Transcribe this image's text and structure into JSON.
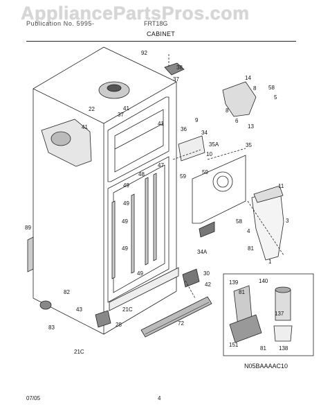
{
  "watermark": "AppliancePartsPros.com",
  "header": {
    "left": "Publication No. 5995-",
    "right": "FRT18G",
    "section": "CABINET"
  },
  "reference_code": "N05BAAAAC10",
  "footer": {
    "date": "07/05",
    "page": "4"
  },
  "callouts": [
    "92",
    "38",
    "37",
    "14",
    "8",
    "58",
    "5",
    "22",
    "41",
    "37",
    "41",
    "8",
    "6",
    "13",
    "9",
    "34",
    "36",
    "35A",
    "35",
    "10",
    "59",
    "41",
    "48",
    "47",
    "49",
    "59",
    "11",
    "49",
    "58",
    "4",
    "3",
    "49",
    "89",
    "81",
    "49",
    "34A",
    "1",
    "30",
    "49",
    "42",
    "139",
    "140",
    "81",
    "82",
    "83",
    "21C",
    "137",
    "72",
    "43",
    "28",
    "151",
    "138",
    "81",
    "21C"
  ]
}
